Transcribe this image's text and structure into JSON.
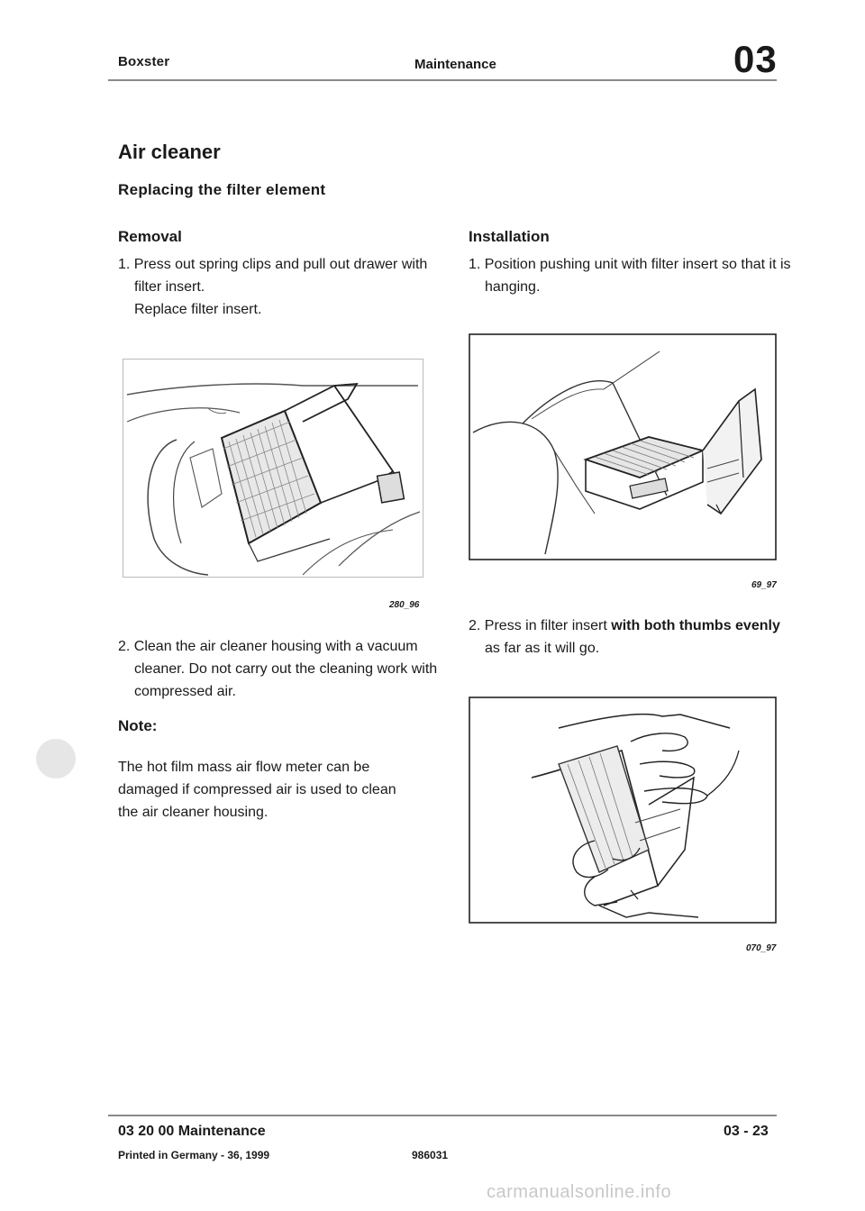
{
  "header": {
    "model": "Boxster",
    "category": "Maintenance",
    "section": "03"
  },
  "title": "Air cleaner",
  "subtitle": "Replacing the filter element",
  "removal": {
    "heading": "Removal",
    "step1": "1. Press out spring clips and pull out drawer with filter insert.",
    "step1_extra": "Replace filter insert.",
    "figure1_code": "280_96",
    "step2": "2. Clean the air cleaner housing with a vacuum cleaner. Do not carry out the cleaning work with compressed air.",
    "note_heading": "Note:",
    "note_text": "The hot film mass air flow meter can be damaged if compressed air is used to clean the air cleaner housing."
  },
  "installation": {
    "heading": "Installation",
    "step1": "1. Position pushing unit with filter insert so that it is hanging.",
    "figure2_code": "69_97",
    "step2_prefix": "2. Press in filter insert ",
    "step2_bold": "with both thumbs evenly",
    "step2_suffix": " as far as it will go.",
    "figure3_code": "070_97"
  },
  "footer": {
    "section_title": "03 20 00 Maintenance",
    "page_number": "03 - 23",
    "printed": "Printed in Germany - 36, 1999",
    "doc_code": "986031"
  },
  "watermark": "carmanualsonline.info"
}
